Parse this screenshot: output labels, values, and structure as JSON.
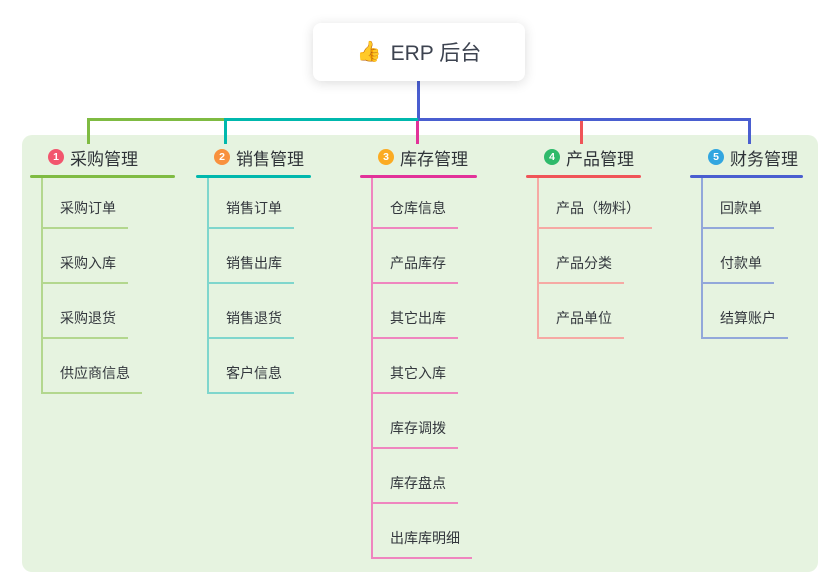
{
  "root": {
    "icon": "thumbs-up-icon",
    "icon_char": "👍",
    "label": "ERP 后台",
    "line_color": "#4a5ed0"
  },
  "panel_color": "#e6f3e0",
  "branches": [
    {
      "badge": "1",
      "title": "采购管理",
      "colors": {
        "badge": "#f2566e",
        "line": "#7fbb42",
        "child_line": "#b3d78e"
      },
      "children": [
        "采购订单",
        "采购入库",
        "采购退货",
        "供应商信息"
      ]
    },
    {
      "badge": "2",
      "title": "销售管理",
      "colors": {
        "badge": "#f8913e",
        "line": "#00b8ad",
        "child_line": "#7fd6cd"
      },
      "children": [
        "销售订单",
        "销售出库",
        "销售退货",
        "客户信息"
      ]
    },
    {
      "badge": "3",
      "title": "库存管理",
      "colors": {
        "badge": "#fbab23",
        "line": "#e23299",
        "child_line": "#ef85bf"
      },
      "children": [
        "仓库信息",
        "产品库存",
        "其它出库",
        "其它入库",
        "库存调拨",
        "库存盘点",
        "出库库明细"
      ]
    },
    {
      "badge": "4",
      "title": "产品管理",
      "colors": {
        "badge": "#2fba6b",
        "line": "#f05458",
        "child_line": "#f6a9a4"
      },
      "children": [
        "产品（物料）",
        "产品分类",
        "产品单位"
      ]
    },
    {
      "badge": "5",
      "title": "财务管理",
      "colors": {
        "badge": "#32a6e0",
        "line": "#4a5ed0",
        "child_line": "#92a7da"
      },
      "children": [
        "回款单",
        "付款单",
        "结算账户"
      ]
    }
  ]
}
